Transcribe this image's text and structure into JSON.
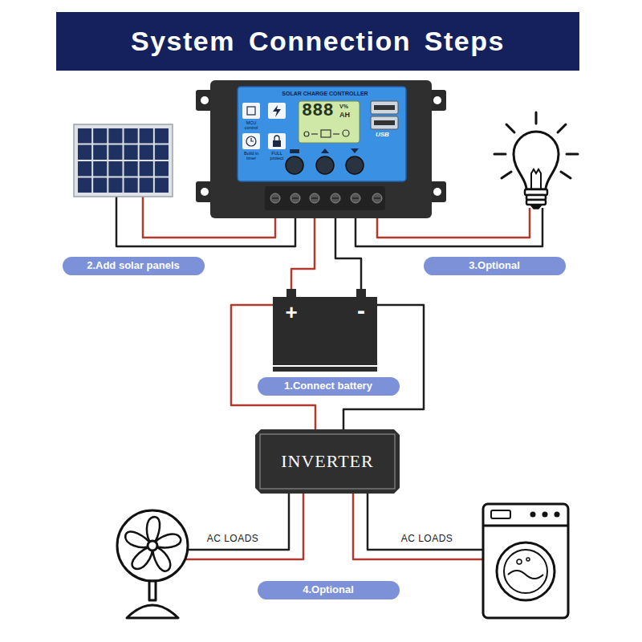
{
  "diagram": {
    "title": "System Connection Steps",
    "nodes": [
      {
        "text": [
          "SOLAR CHARGE CONTROLLER",
          "888",
          "V%",
          "AH",
          "MCU control",
          "Build in timer",
          "FULL protect",
          "USB"
        ]
      },
      {
        "text": [
          "2.Add solar panels"
        ]
      },
      {
        "text": [
          "3.Optional"
        ]
      },
      {
        "text": [
          "+",
          "-"
        ]
      },
      {
        "text": [
          "1.Connect battery"
        ]
      },
      {
        "text": [
          "INVERTER"
        ]
      },
      {
        "text": [
          "4.Optional"
        ]
      }
    ],
    "edges": [
      {
        "from": 0,
        "to": 3,
        "arrow": "none"
      },
      {
        "from": 0,
        "to": 3,
        "arrow": "none"
      },
      {
        "from": 3,
        "to": 5,
        "arrow": "none"
      },
      {
        "from": 3,
        "to": 5,
        "arrow": "none"
      }
    ],
    "labels": [
      "AC LOADS",
      "AC LOADS"
    ]
  }
}
